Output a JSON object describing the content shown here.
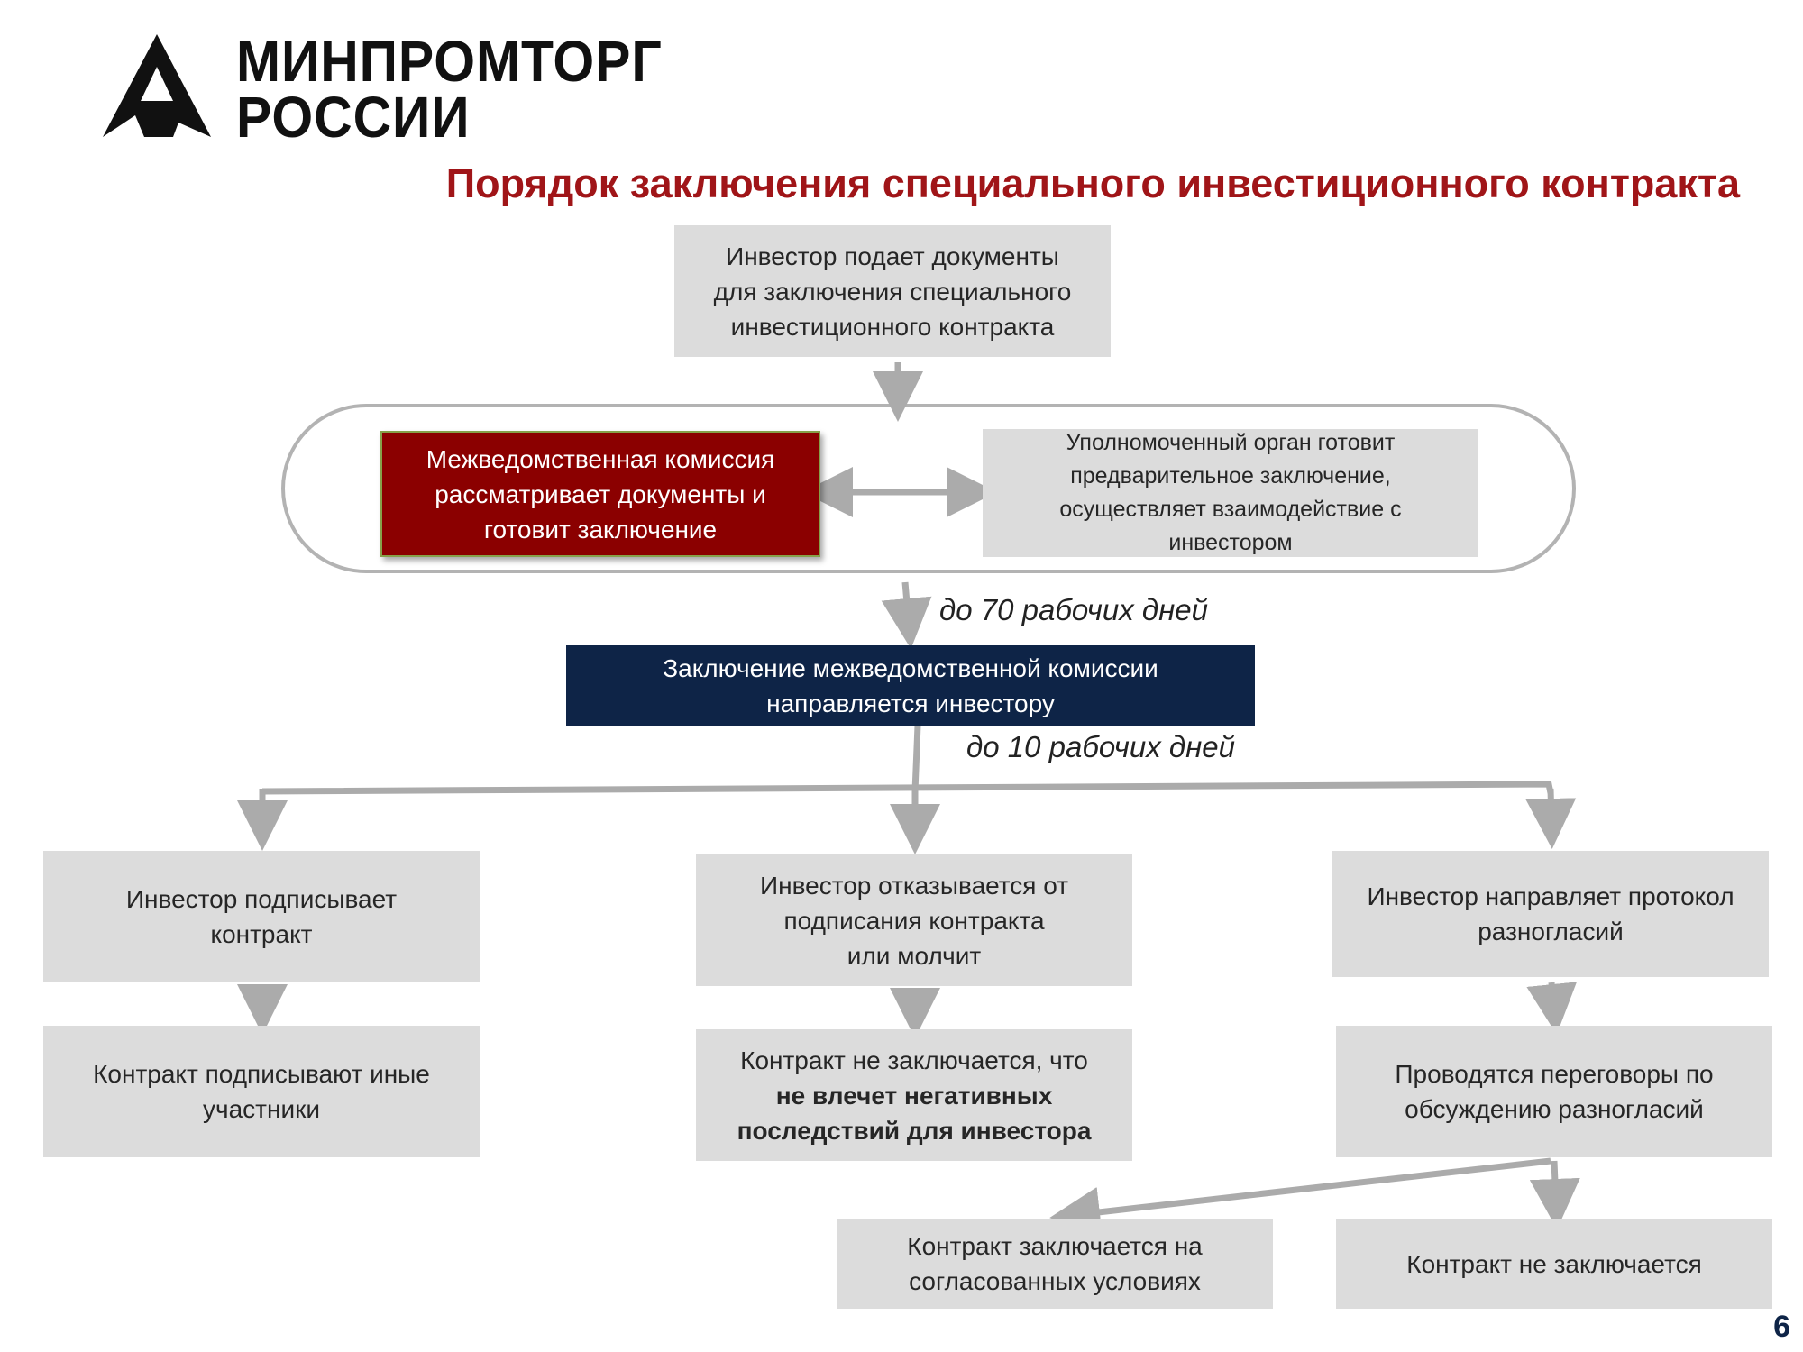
{
  "logo": {
    "line1": "МИНПРОМТОРГ",
    "line2": "РОССИИ"
  },
  "title": "Порядок заключения специального инвестиционного контракта",
  "boxes": {
    "submit": [
      "Инвестор подает документы",
      "для заключения специального",
      "инвестиционного контракта"
    ],
    "commission": [
      "Межведомственная комиссия",
      "рассматривает документы и",
      "готовит заключение"
    ],
    "authority": [
      "Уполномоченный орган готовит",
      "предварительное заключение,",
      "осуществляет взаимодействие с",
      "инвестором"
    ],
    "conclusion": [
      "Заключение межведомственной комиссии",
      "направляется инвестору"
    ],
    "signs": [
      "Инвестор подписывает",
      "контракт"
    ],
    "refuses": [
      "Инвестор отказывается от",
      "подписания контракта",
      "или молчит"
    ],
    "protocol": [
      "Инвестор направляет протокол",
      "разногласий"
    ],
    "others_sign": [
      "Контракт подписывают иные",
      "участники"
    ],
    "not_concluded_plain": "Контракт не заключается, что",
    "not_concluded_bold": [
      "не влечет негативных",
      "последствий для инвестора"
    ],
    "negotiations": [
      "Проводятся переговоры по",
      "обсуждению разногласий"
    ],
    "agreed": [
      "Контракт заключается на",
      "согласованных условиях"
    ],
    "not_concluded": "Контракт не заключается"
  },
  "notes": {
    "days70": "до 70 рабочих дней",
    "days10": "до 10 рабочих дней"
  },
  "page_number": "6",
  "colors": {
    "title": "#a01518",
    "box_gray": "#dcdcdc",
    "box_red": "#8b0000",
    "box_navy": "#0e2447",
    "arrow": "#ababab",
    "page_number": "#0e2447"
  }
}
